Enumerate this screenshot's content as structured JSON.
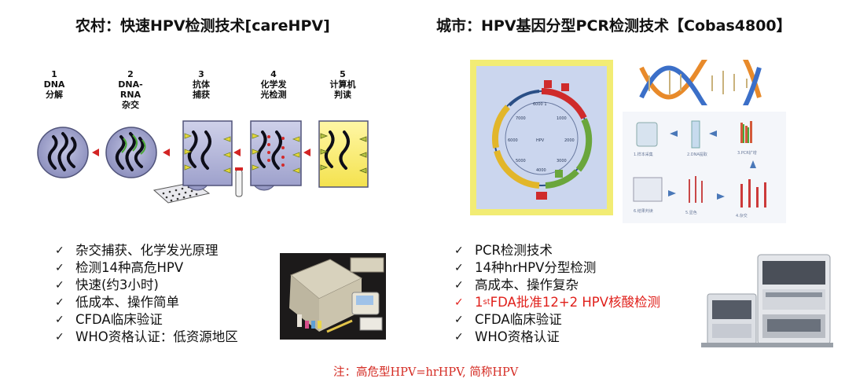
{
  "left": {
    "title": "农村：快速HPV检测技术[careHPV]",
    "steps": [
      {
        "num": "1",
        "lines": [
          "DNA",
          "分解"
        ]
      },
      {
        "num": "2",
        "lines": [
          "DNA-",
          "RNA",
          "杂交"
        ]
      },
      {
        "num": "3",
        "lines": [
          "抗体",
          "捕获"
        ]
      },
      {
        "num": "4",
        "lines": [
          "化学发",
          "光检测"
        ]
      },
      {
        "num": "5",
        "lines": [
          "计算机",
          "判读"
        ]
      }
    ],
    "features": [
      "杂交捕获、化学发光原理",
      "检测14种高危HPV",
      "快速(约3小时)",
      "低成本、操作简单",
      "CFDA临床验证",
      "WHO资格认证：低资源地区"
    ]
  },
  "right": {
    "title": "城市：HPV基因分型PCR检测技术【Cobas4800】",
    "features": [
      {
        "text": "PCR检测技术"
      },
      {
        "text": "14种hrHPV分型检测"
      },
      {
        "text": "高成本、操作复杂"
      },
      {
        "prefix": "1",
        "sup": "st",
        "text": " FDA批准12+2 HPV核酸检测",
        "highlight": true
      },
      {
        "text": "CFDA临床验证"
      },
      {
        "text": "WHO资格认证"
      }
    ]
  },
  "check_mark": "✓",
  "note": "注：高危型HPV=hrHPV, 简称HPV",
  "colors": {
    "highlight": "#e0201b",
    "note": "#d42b23"
  }
}
